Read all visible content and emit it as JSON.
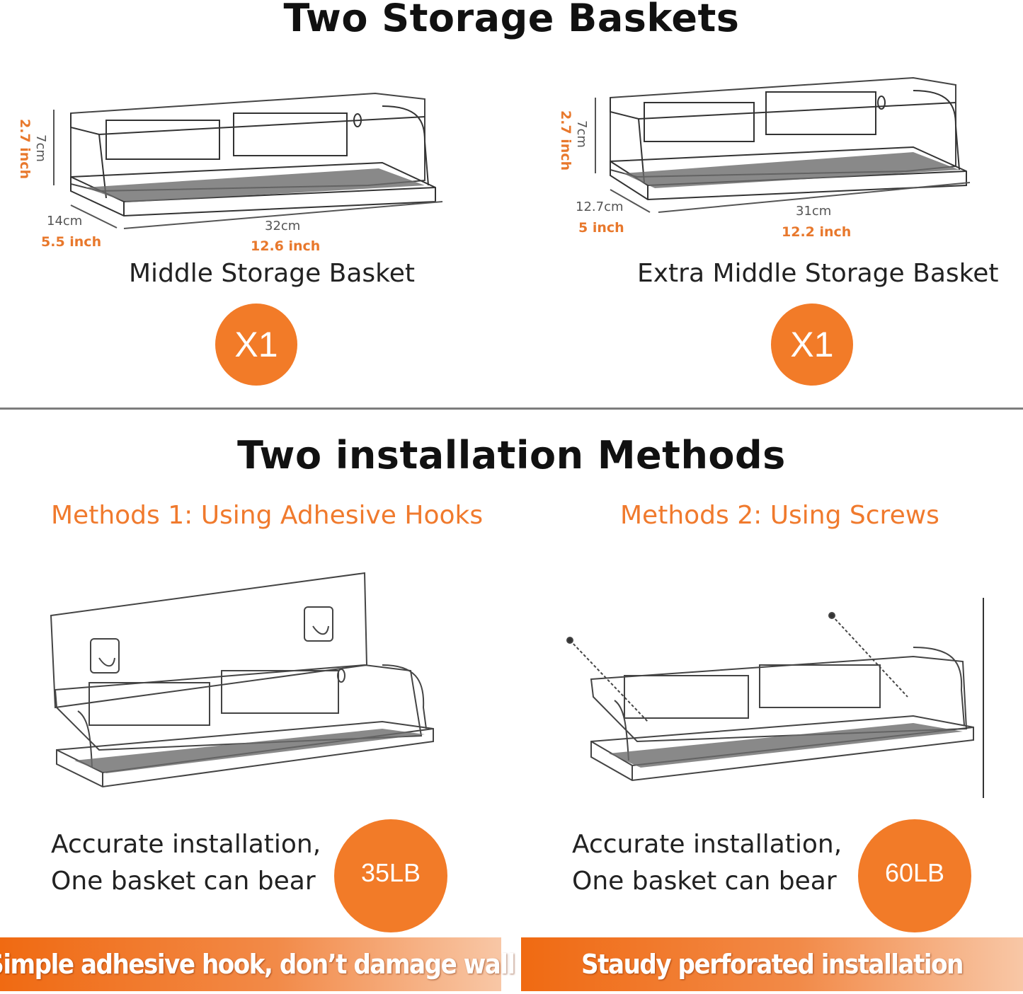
{
  "top": {
    "title": "Two Storage Baskets",
    "left": {
      "name": "Middle Storage Basket",
      "count": "X1",
      "height_cm": "7cm",
      "height_in": "2.7 inch",
      "depth_cm": "14cm",
      "depth_in": "5.5 inch",
      "width_cm": "32cm",
      "width_in": "12.6 inch"
    },
    "right": {
      "name": "Extra Middle Storage Basket",
      "count": "X1",
      "height_cm": "7cm",
      "height_in": "2.7 inch",
      "depth_cm": "12.7cm",
      "depth_in": "5 inch",
      "width_cm": "31cm",
      "width_in": "12.2 inch"
    }
  },
  "bottom": {
    "title": "Two installation Methods",
    "method1": {
      "heading": "Methods 1: Using Adhesive Hooks",
      "line1": "Accurate installation,",
      "line2": "One basket can bear",
      "load": "35LB",
      "banner": "Simple adhesive hook, don’t damage wall"
    },
    "method2": {
      "heading": "Methods 2: Using Screws",
      "line1": "Accurate installation,",
      "line2": "One basket can bear",
      "load": "60LB",
      "banner": "Staudy perforated installation"
    }
  },
  "colors": {
    "accent_orange": "#f27b28",
    "banner_orange": "#f06a12",
    "divider_gray": "#7d7d7d"
  }
}
